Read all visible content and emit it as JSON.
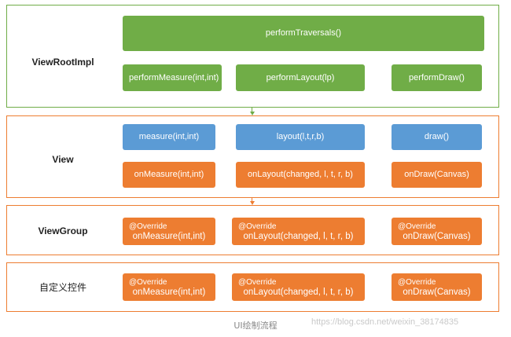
{
  "rows": {
    "view_root_impl": {
      "label": "ViewRootImpl",
      "traversals": "performTraversals()",
      "measure": "performMeasure(int,int)",
      "layout": "performLayout(lp)",
      "draw": "performDraw()"
    },
    "view": {
      "label": "View",
      "measure": "measure(int,int)",
      "layout": "layout(l,t,r,b)",
      "draw": "draw()",
      "on_measure": "onMeasure(int,int)",
      "on_layout": "onLayout(changed, l, t, r, b)",
      "on_draw": "onDraw(Canvas)"
    },
    "view_group": {
      "label": "ViewGroup",
      "override": "@Override",
      "on_measure": "onMeasure(int,int)",
      "on_layout": "onLayout(changed, l, t, r, b)",
      "on_draw": "onDraw(Canvas)"
    },
    "custom_view": {
      "label": "自定义控件",
      "override": "@Override",
      "on_measure": "onMeasure(int,int)",
      "on_layout": "onLayout(changed, l, t, r, b)",
      "on_draw": "onDraw(Canvas)"
    }
  },
  "caption": "UI绘制流程",
  "watermark": "https://blog.csdn.net/weixin_38174835",
  "colors": {
    "green": "#70ad47",
    "blue": "#5b9bd5",
    "orange": "#ed7d31"
  }
}
